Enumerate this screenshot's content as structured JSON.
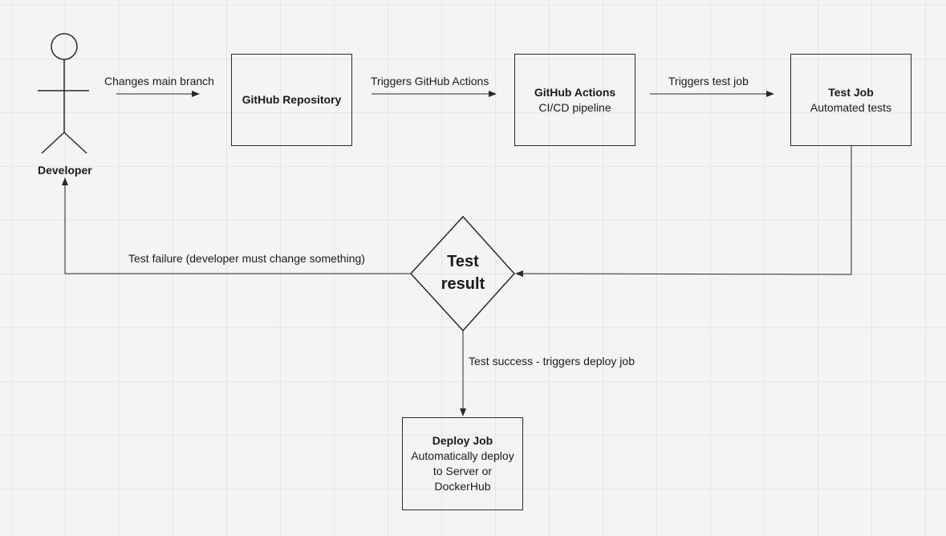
{
  "actor": {
    "label": "Developer"
  },
  "nodes": {
    "repo": {
      "title": "GitHub Repository",
      "lines": []
    },
    "actions": {
      "title": "GitHub Actions",
      "lines": [
        "CI/CD pipeline"
      ]
    },
    "test_job": {
      "title": "Test Job",
      "lines": [
        "Automated tests"
      ]
    },
    "decision": {
      "line1": "Test",
      "line2": "result"
    },
    "deploy_job": {
      "title": "Deploy Job",
      "lines": [
        "Automatically deploy",
        "to Server or",
        "DockerHub"
      ]
    }
  },
  "edges": {
    "changes_main_branch": "Changes main branch",
    "triggers_actions": "Triggers GitHub Actions",
    "triggers_test_job": "Triggers test job",
    "test_failure": "Test failure (developer must change something)",
    "test_success": "Test success - triggers deploy job"
  },
  "colors": {
    "stroke": "#2a2a2a",
    "text": "#1a1a1a",
    "background": "#f4f4f4",
    "grid": "#e6e6e6"
  }
}
